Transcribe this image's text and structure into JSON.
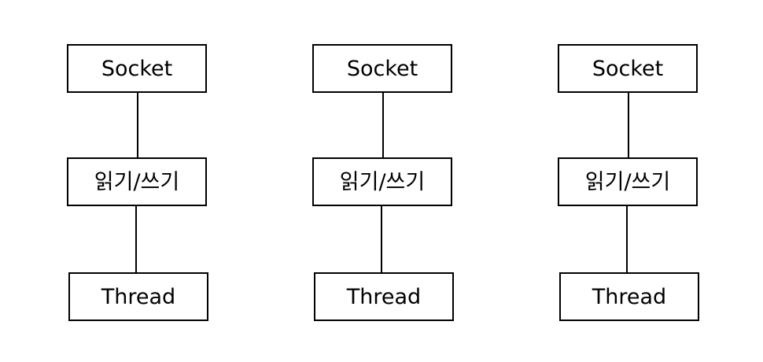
{
  "diagram": {
    "columns": [
      {
        "socket_label": "Socket",
        "readwrite_label": "읽기/쓰기",
        "thread_label": "Thread"
      },
      {
        "socket_label": "Socket",
        "readwrite_label": "읽기/쓰기",
        "thread_label": "Thread"
      },
      {
        "socket_label": "Socket",
        "readwrite_label": "읽기/쓰기",
        "thread_label": "Thread"
      }
    ]
  },
  "colors": {
    "background": "#ffffff",
    "stroke": "#000000",
    "text": "#000000"
  }
}
